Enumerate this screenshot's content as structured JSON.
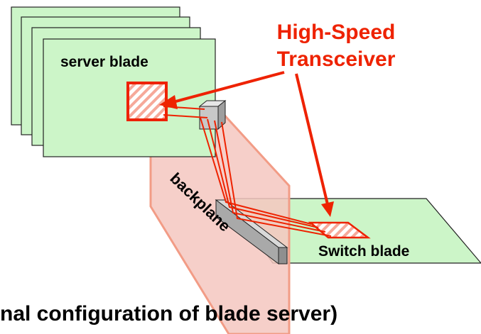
{
  "labels": {
    "server_blade": "server blade",
    "transceiver_line1": "High-Speed",
    "transceiver_line2": "Transceiver",
    "backplane": "backplane",
    "switch_blade": "Switch blade",
    "caption": "nal configuration of blade server)"
  },
  "colors": {
    "blade_fill": "#ccf5c8",
    "outline": "#222222",
    "backplane_fill": "#f4c7bf",
    "backplane_edge": "#f29c86",
    "accent_red": "#ee2200",
    "transceiver_fill": "#ffffff",
    "connector_gray": "#bdbdbd"
  },
  "counts": {
    "stacked_server_blades": 4,
    "signal_lanes": 4
  }
}
